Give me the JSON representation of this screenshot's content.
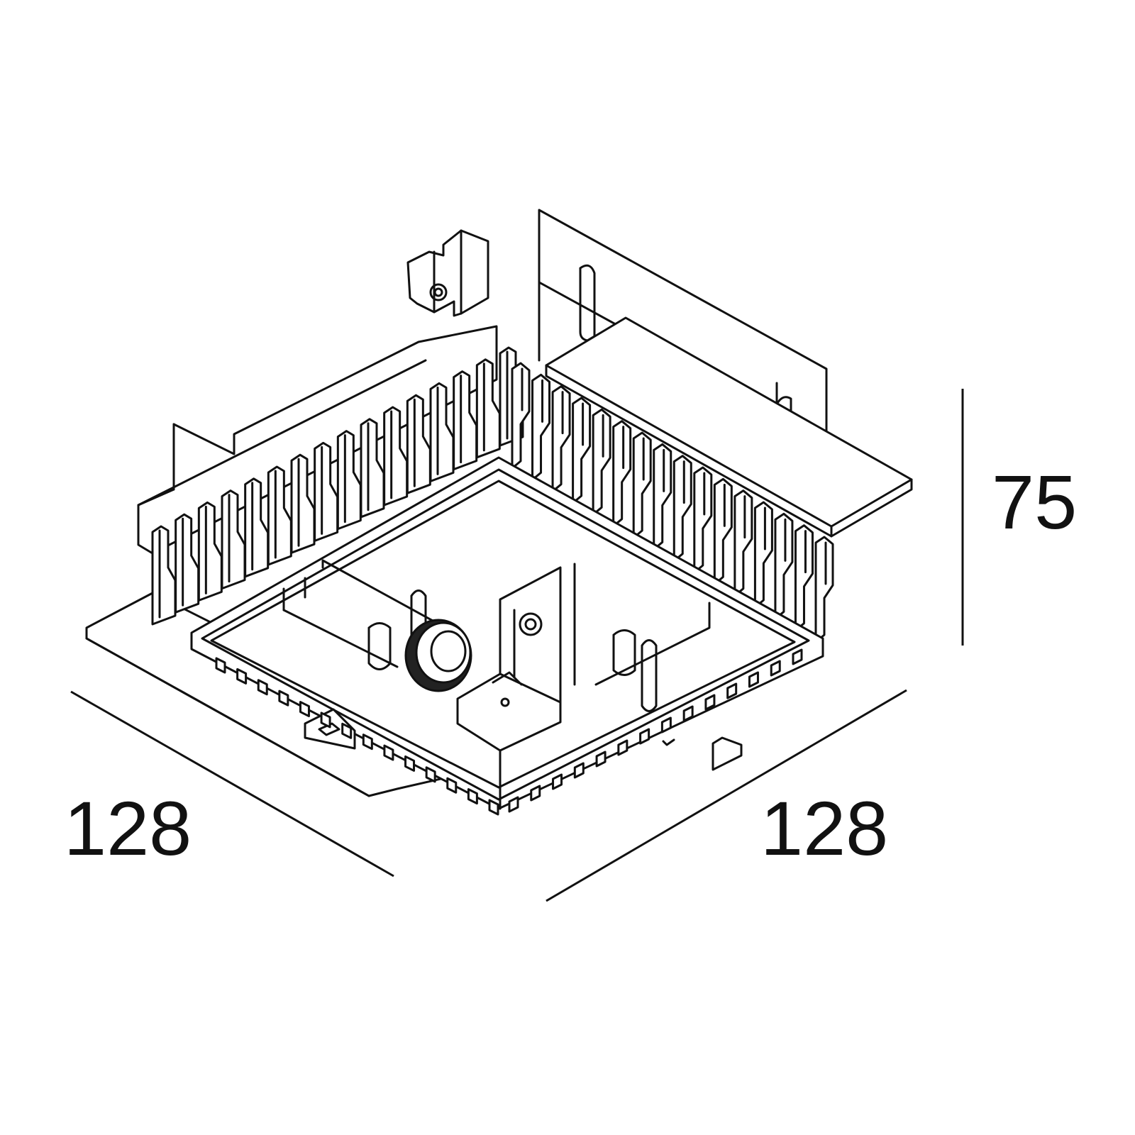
{
  "dimensions": {
    "width_left": "128",
    "width_right": "128",
    "height": "75"
  },
  "colors": {
    "line": "#111111",
    "background": "#ffffff"
  }
}
